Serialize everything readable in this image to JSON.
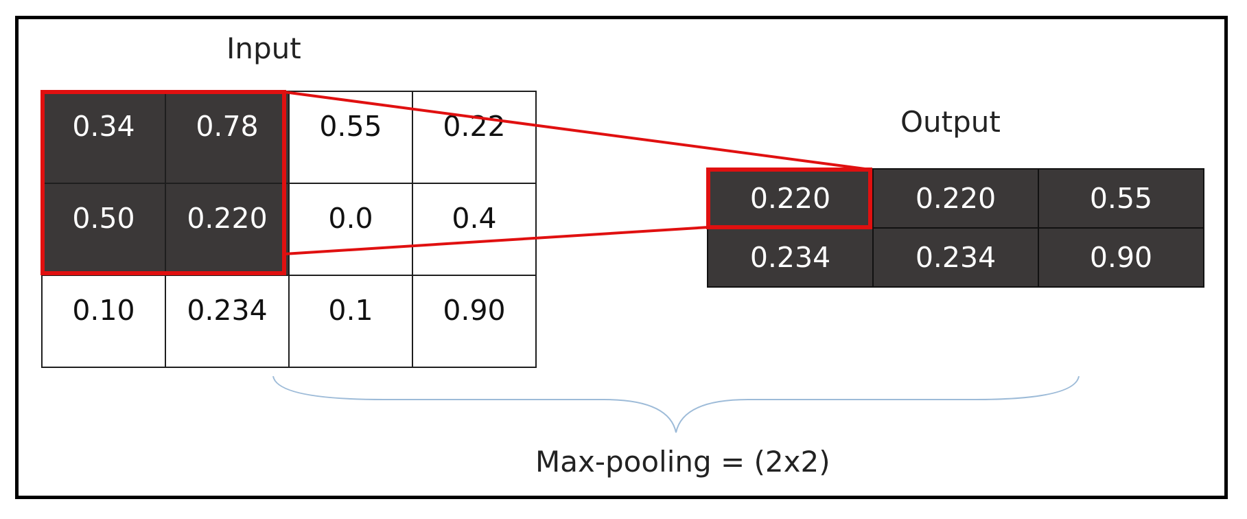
{
  "input": {
    "label": "Input",
    "rows": [
      [
        "0.34",
        "0.78",
        "0.55",
        "0.22"
      ],
      [
        "0.50",
        "0.220",
        "0.0",
        "0.4"
      ],
      [
        "0.10",
        "0.234",
        "0.1",
        "0.90"
      ]
    ],
    "highlight": [
      [
        0,
        0
      ],
      [
        0,
        1
      ],
      [
        1,
        0
      ],
      [
        1,
        1
      ]
    ]
  },
  "output": {
    "label": "Output",
    "rows": [
      [
        "0.220",
        "0.220",
        "0.55"
      ],
      [
        "0.234",
        "0.234",
        "0.90"
      ]
    ]
  },
  "caption": "Max-pooling = (2x2)",
  "colors": {
    "cell_dark": "#3b3838",
    "highlight": "#e01010",
    "brace": "#9dbbd8",
    "border": "#000000"
  }
}
